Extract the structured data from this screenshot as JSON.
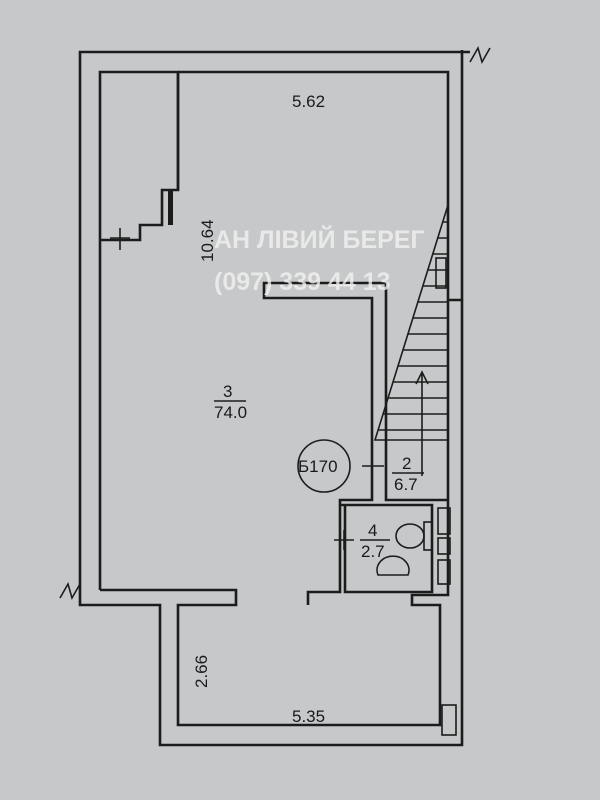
{
  "plan": {
    "dimensions": {
      "top_width": "5.62",
      "left_length": "10.64",
      "lower_height": "2.66",
      "lower_width": "5.35"
    },
    "rooms": [
      {
        "number": "3",
        "area": "74.0"
      },
      {
        "number": "2",
        "area": "6.7"
      },
      {
        "number": "4",
        "area": "2.7"
      }
    ],
    "unit_tag": "Б170"
  },
  "watermark": {
    "agency": "АН ЛІВИЙ БЕРЕГ",
    "phone": "(097) 339 44 13"
  }
}
